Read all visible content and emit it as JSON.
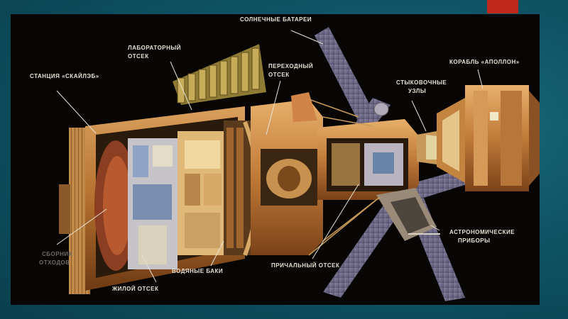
{
  "colors": {
    "background": "#0f4f5e",
    "accent": "#c0281b",
    "image_background": "#070605",
    "label_text": "#e8e2d4"
  },
  "diagram": {
    "labels": {
      "solar_batteries": "СОЛНЕЧНЫЕ БАТАРЕИ",
      "laboratory_compartment_1": "ЛАБОРАТОРНЫЙ",
      "laboratory_compartment_2": "ОТСЕК",
      "transition_compartment_1": "ПЕРЕХОДНЫЙ",
      "transition_compartment_2": "ОТСЕК",
      "station_skylab": "СТАНЦИЯ «СКАЙЛЭБ»",
      "docking_nodes_1": "СТЫКОВОЧНЫЕ",
      "docking_nodes_2": "УЗЛЫ",
      "apollo_ship": "КОРАБЛЬ «АПОЛЛОН»",
      "astronomical_instruments_1": "АСТРОНОМИЧЕСКИЕ",
      "astronomical_instruments_2": "ПРИБОРЫ",
      "waste_collector_1": "СБОРНИК",
      "waste_collector_2": "ОТХОДОВ",
      "water_tanks": "ВОДЯНЫЕ БАКИ",
      "docking_compartment": "ПРИЧАЛЬНЫЙ ОТСЕК",
      "living_compartment": "ЖИЛОЙ ОТСЕК"
    }
  }
}
